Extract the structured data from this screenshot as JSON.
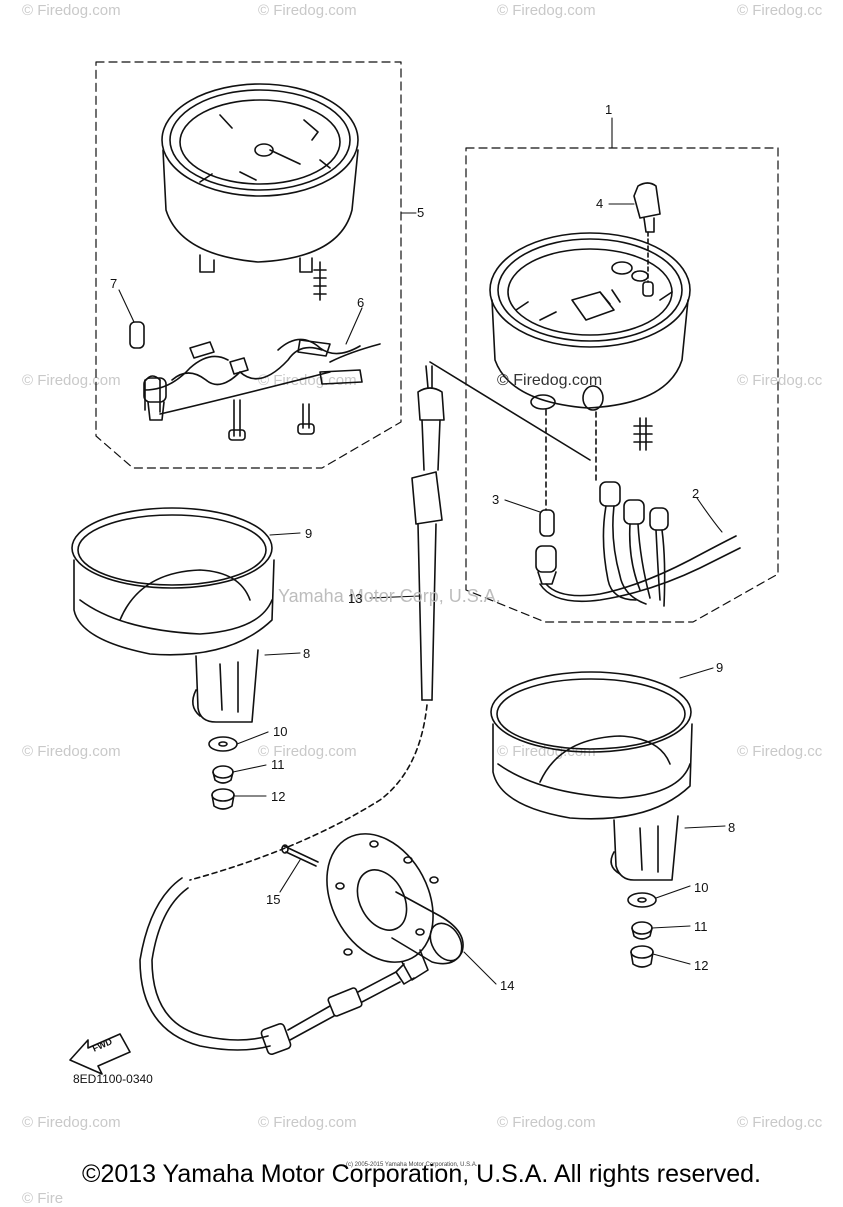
{
  "watermarks": {
    "firedog": "© Firedog.com",
    "firedog_truncated": "© Firedog.cc",
    "firedog_short": "© Fire",
    "firedog_center": "© Firedog.com",
    "yamaha": "Yamaha Motor Corp, U.S.A.",
    "tiny_copyright": "(c) 2005-2015 Yamaha Motor Corporation, U.S.A."
  },
  "callouts": [
    "1",
    "2",
    "3",
    "4",
    "5",
    "6",
    "7",
    "8",
    "9",
    "10",
    "11",
    "12",
    "13",
    "14",
    "15",
    "8",
    "9",
    "10",
    "11",
    "12"
  ],
  "diagram_code": "8ED1100-0340",
  "fwd_label": "FWD",
  "footer": "©2013 Yamaha Motor Corporation, U.S.A. All rights reserved."
}
